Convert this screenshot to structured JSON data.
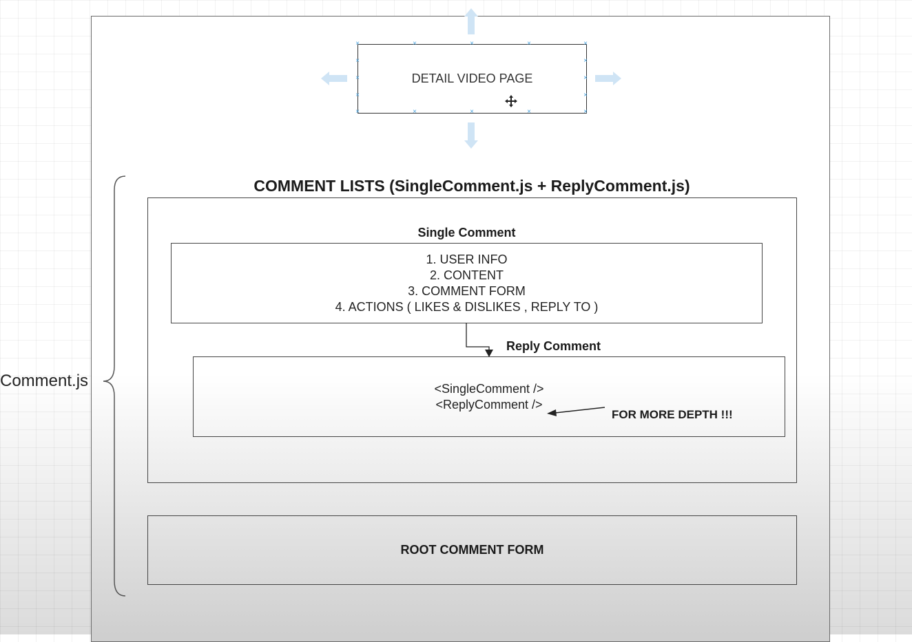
{
  "diagram": {
    "detail_page_label": "DETAIL VIDEO PAGE",
    "comment_lists_title": "COMMENT LISTS (SingleComment.js + ReplyComment.js)",
    "single_comment_title": "Single Comment",
    "single_comment_items": [
      "1. USER INFO",
      "2. CONTENT",
      "3. COMMENT FORM",
      "4. ACTIONS ( LIKES & DISLIKES , REPLY TO )"
    ],
    "reply_comment_title": "Reply Comment",
    "reply_comment_items": [
      "<SingleComment />",
      "<ReplyComment />"
    ],
    "depth_note": "FOR MORE DEPTH !!!",
    "root_comment_form_label": "ROOT COMMENT FORM",
    "comment_js_label": "Comment.js"
  },
  "colors": {
    "selection_handle": "#4aa3df",
    "selection_arrow": "#cfe4f5",
    "stroke": "#444444"
  }
}
